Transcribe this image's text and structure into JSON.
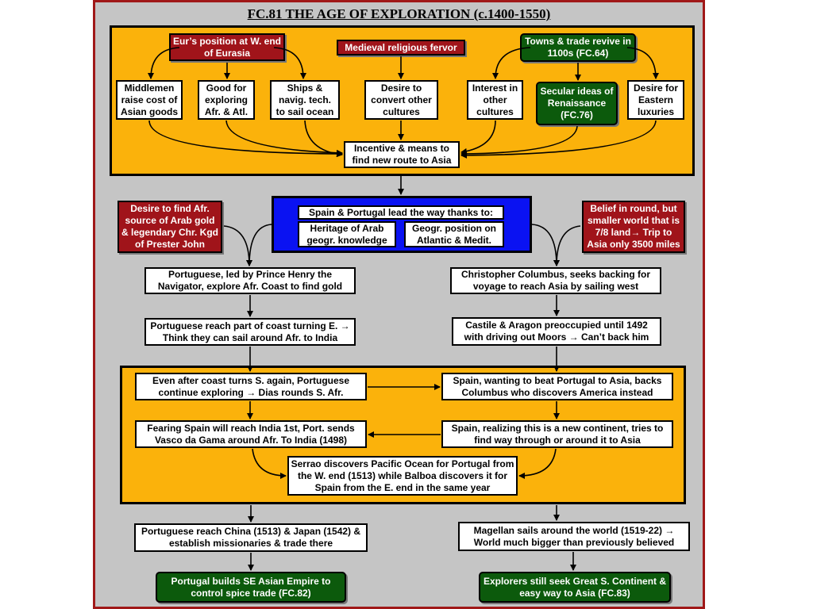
{
  "title": "FC.81 THE AGE OF EXPLORATION (c.1400-1550)",
  "top": {
    "causes": {
      "eur_position": "Eur’s position at W. end of Eurasia",
      "religious_fervor": "Medieval religious fervor",
      "towns_trade": "Towns  & trade revive in 1100s (FC.64)"
    },
    "factors": {
      "middlemen": "Middlemen raise cost of Asian goods",
      "good_for_exploring": "Good for exploring Afr. & Atl.",
      "ships_tech": "Ships & navig. tech. to sail ocean",
      "desire_convert": "Desire to convert other cultures",
      "interest_cultures": "Interest in other cultures",
      "secular_ideas": "Secular ideas of Renaissance (FC.76)",
      "desire_luxuries": "Desire for Eastern luxuries"
    },
    "incentive": "Incentive & means to find new route to Asia"
  },
  "middle": {
    "lead_title": "Spain & Portugal lead the way thanks to:",
    "heritage": "Heritage of Arab geogr. knowledge",
    "geogr_position": "Geogr. position on Atlantic & Medit.",
    "desire_gold": "Desire to find Afr. source of Arab gold & legendary Chr. Kgd of Prester John",
    "belief_round": "Belief in round, but smaller world that is 7/8 land→ Trip to Asia only 3500 miles"
  },
  "portugal": {
    "henry": "Portuguese, led by Prince Henry the Navigator, explore Afr. Coast to find gold",
    "coast_turning": "Portuguese reach part of coast turning E. → Think they can sail around Afr. to India",
    "dias": "Even after coast turns S. again, Portuguese continue exploring → Dias rounds S. Afr.",
    "da_gama": "Fearing Spain  will reach India 1st, Port. sends Vasco da Gama around  Afr. To India (1498)",
    "china_japan": "Portuguese reach China (1513) & Japan (1542) & establish missionaries & trade there",
    "empire": "Portugal builds SE Asian Empire to control spice trade  (FC.82)"
  },
  "spain": {
    "columbus": "Christopher Columbus, seeks backing for voyage to reach Asia by sailing west",
    "castile": "Castile & Aragon preoccupied until 1492 with driving out Moors → Can’t  back him",
    "backs_columbus": "Spain, wanting to beat Portugal to Asia, backs Columbus who discovers America instead",
    "new_continent": "Spain, realizing this is a new continent, tries to find way through or around it to Asia",
    "magellan": "Magellan sails around the world (1519-22) → World much bigger than previously believed",
    "great_continent": "Explorers still seek Great S. Continent & easy way to Asia (FC.83)"
  },
  "serrao": "Serrao discovers Pacific Ocean for Portugal from the W. end (1513) while Balboa discovers it for Spain from the E. end in the same year"
}
